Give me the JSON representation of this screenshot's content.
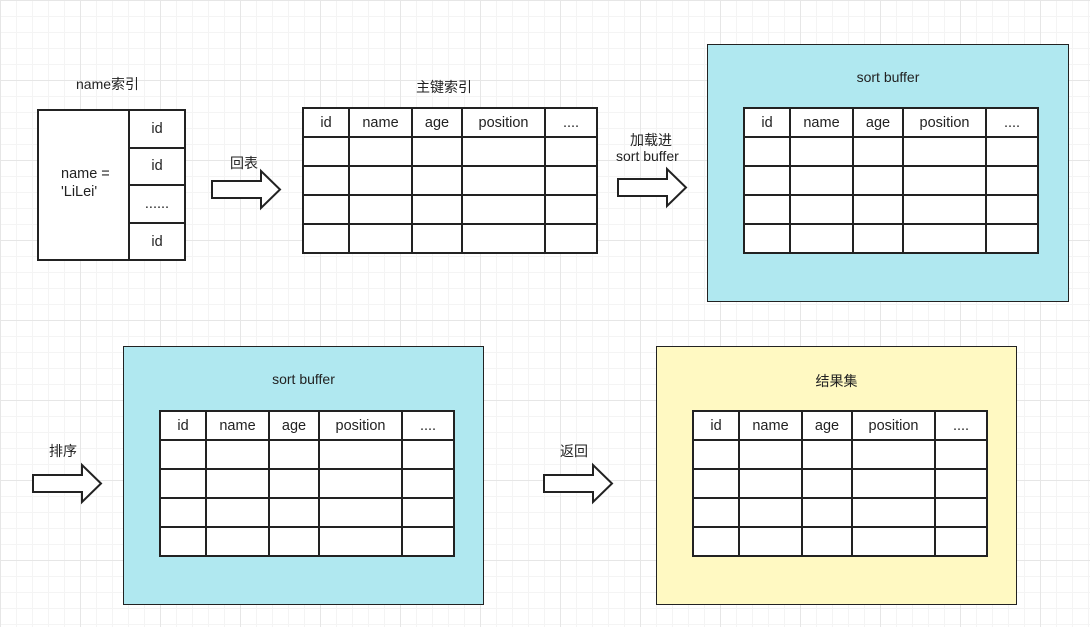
{
  "name_index": {
    "title": "name索引",
    "key_text": "name =\n'LiLei'",
    "id_cells": [
      "id",
      "id",
      "......",
      "id"
    ]
  },
  "steps": {
    "return_to_table": "回表",
    "load_into_line1": "加载进",
    "load_into_line2": "sort buffer",
    "sort": "排序",
    "return": "返回"
  },
  "primary_index": {
    "title": "主键索引"
  },
  "sort_buffer_1": {
    "title": "sort buffer"
  },
  "sort_buffer_2": {
    "title": "sort buffer"
  },
  "result_set": {
    "title": "结果集"
  },
  "columns": [
    "id",
    "name",
    "age",
    "position",
    "...."
  ],
  "colors": {
    "sort_buffer_bg": "#b0e8f0",
    "result_set_bg": "#fff9c2",
    "stroke": "#222222"
  }
}
